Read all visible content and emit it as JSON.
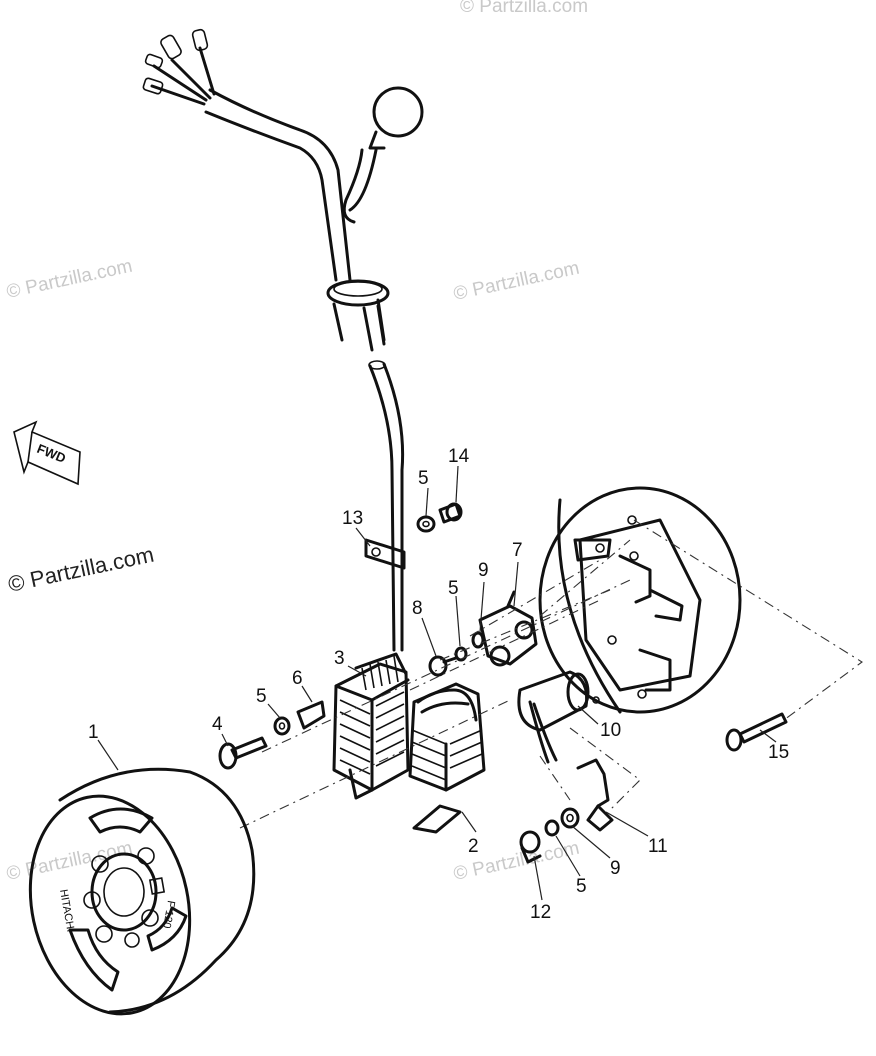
{
  "watermarks": {
    "light": "© Partzilla.com",
    "dark": "© Partzilla.com"
  },
  "direction_arrow": {
    "label": "FWD"
  },
  "rotor_markings": {
    "brand": "HITACHI",
    "code": "F 120"
  },
  "callouts": {
    "c1": "1",
    "c2": "2",
    "c3": "3",
    "c4": "4",
    "c5a": "5",
    "c5b": "5",
    "c5c": "5",
    "c5d": "5",
    "c6": "6",
    "c7": "7",
    "c8": "8",
    "c9a": "9",
    "c9b": "9",
    "c10": "10",
    "c11": "11",
    "c12": "12",
    "c13": "13",
    "c14": "14",
    "c15": "15"
  },
  "colors": {
    "line": "#111111",
    "watermark": "#c9c9c9",
    "background": "#ffffff"
  }
}
